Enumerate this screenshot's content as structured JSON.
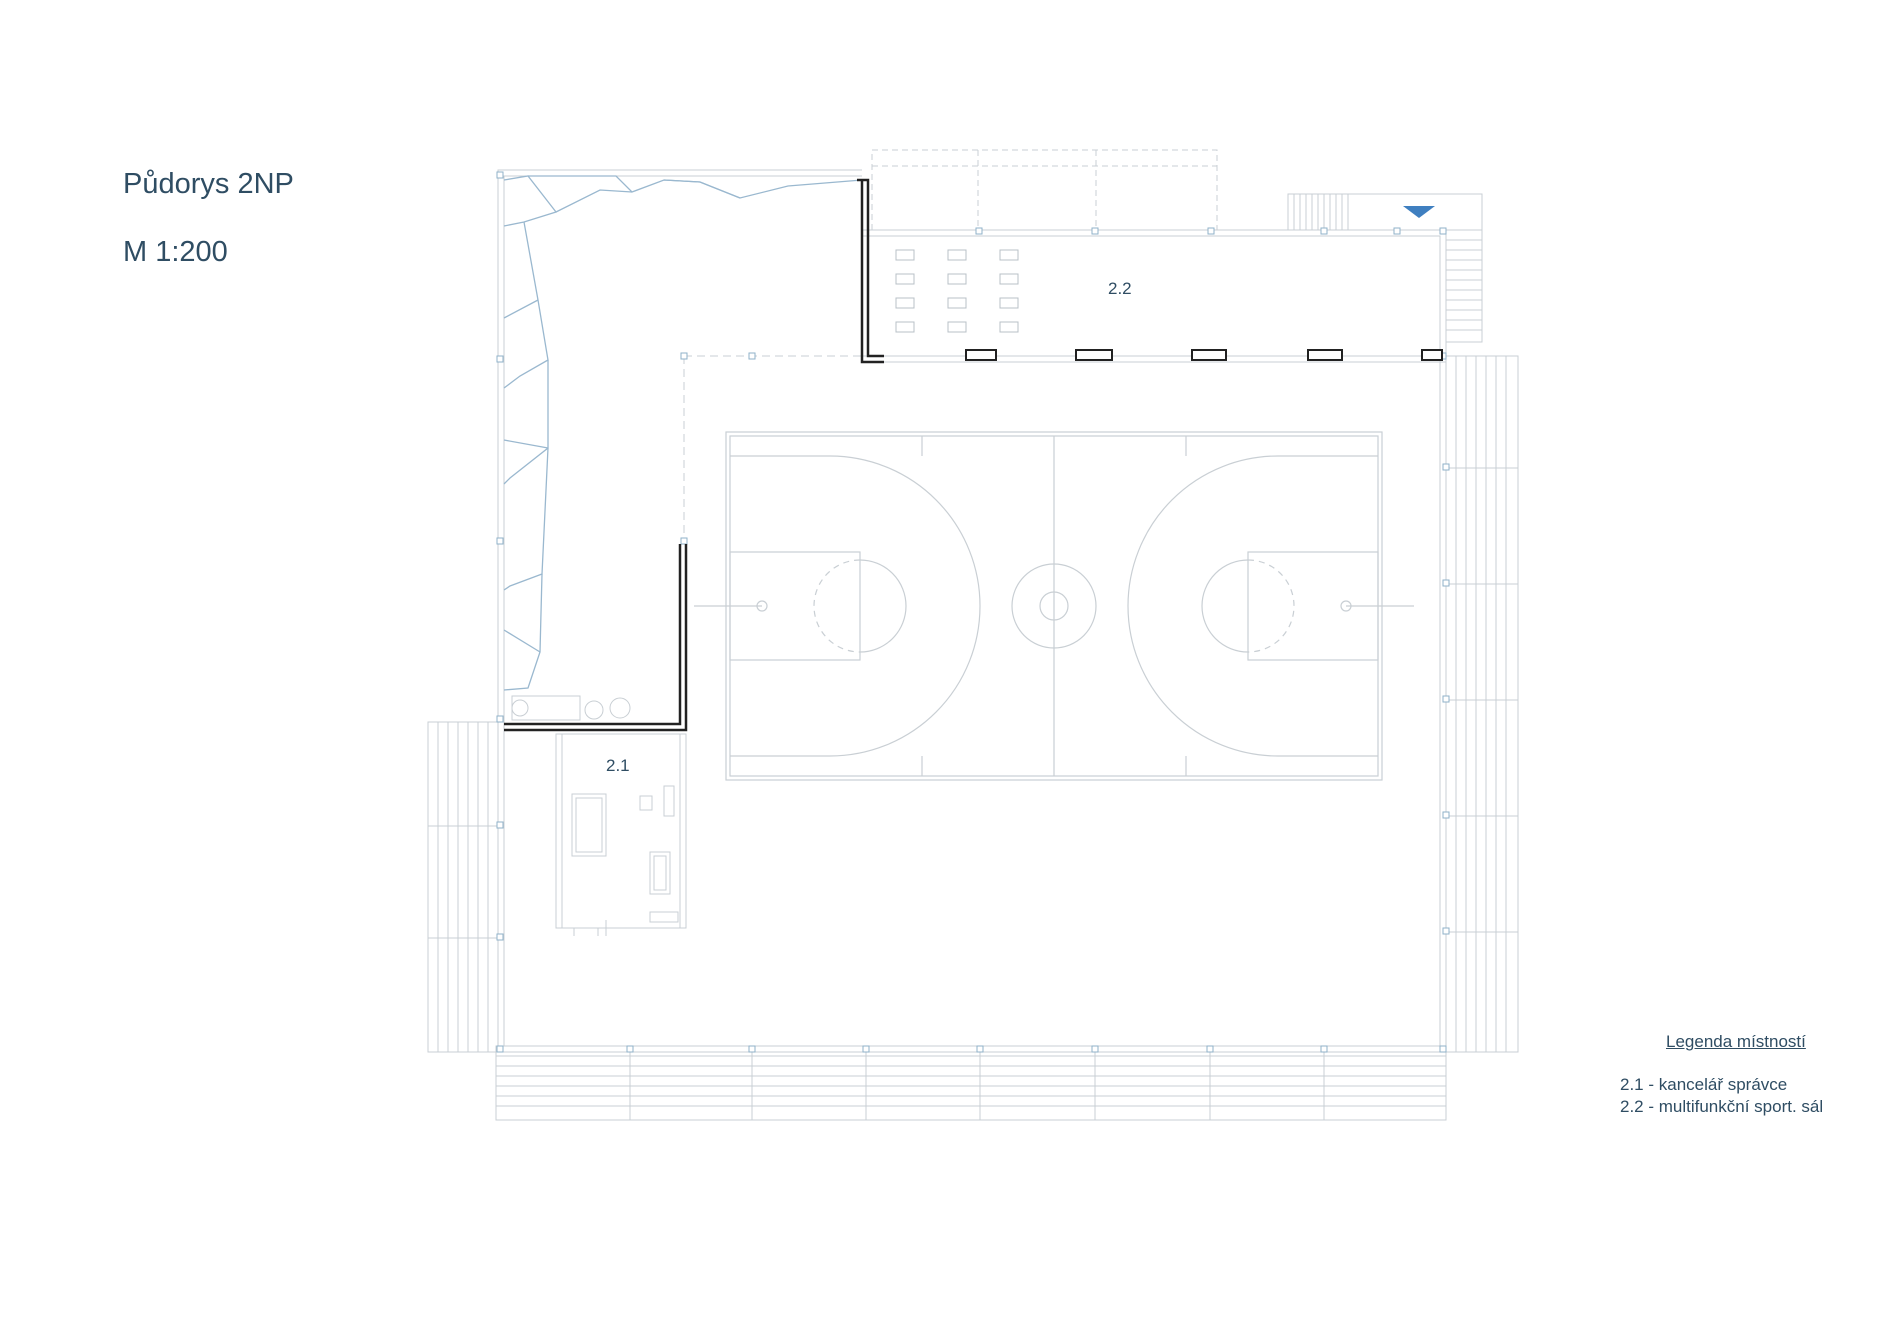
{
  "header": {
    "title": "Půdorys 2NP",
    "scale": "M 1:200"
  },
  "rooms": [
    {
      "id": "2.1",
      "label": "2.1"
    },
    {
      "id": "2.2",
      "label": "2.2"
    }
  ],
  "legend": {
    "title": "Legenda místností",
    "items": [
      {
        "text": "2.1 - kancelář správce"
      },
      {
        "text": "2.2 - multifunkční sport. sál"
      }
    ]
  },
  "colors": {
    "text": "#2f4d63",
    "wall": "#222222",
    "light_line": "#c9cfd4",
    "column": "#8fb2c9",
    "glass": "#9ab8cf",
    "entrance_marker": "#3f7fc0"
  }
}
